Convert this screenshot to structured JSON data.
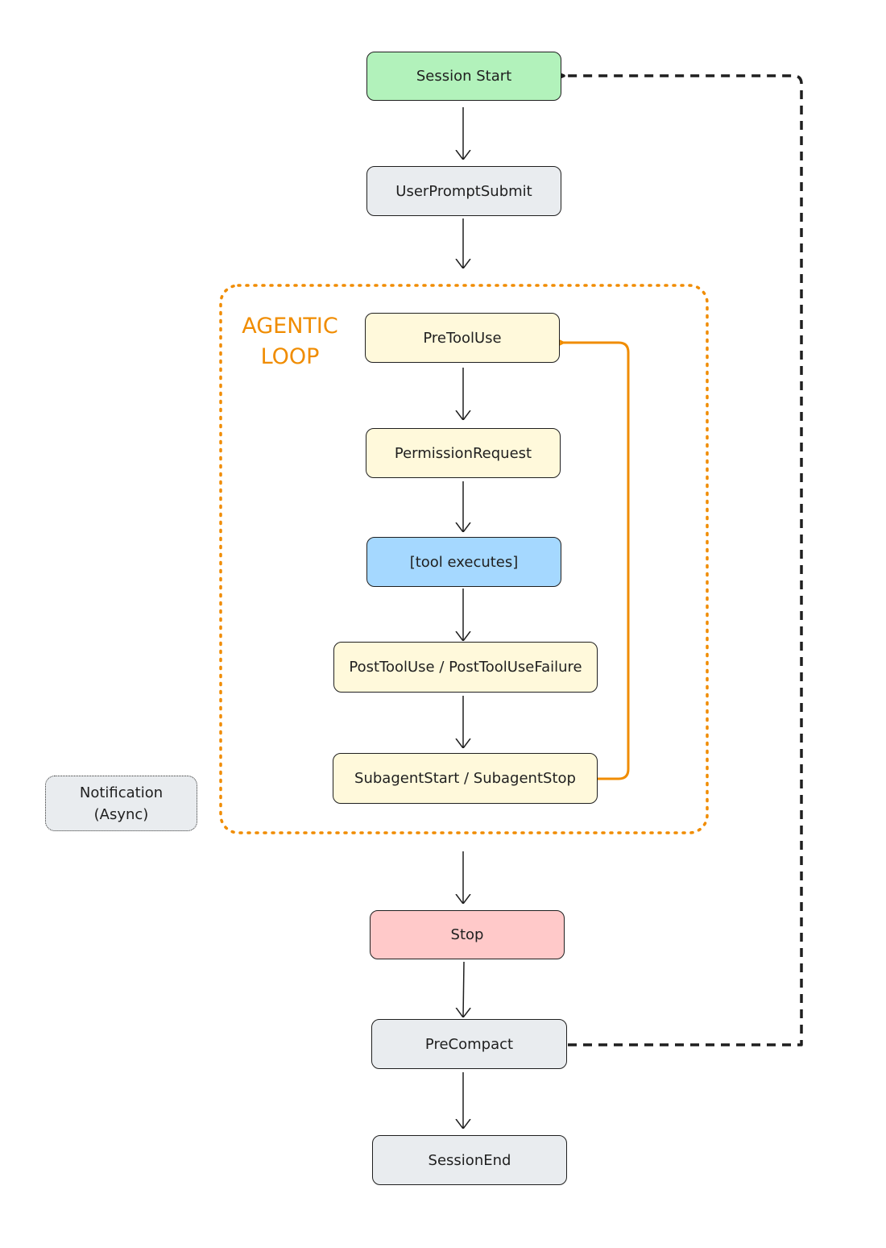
{
  "loop": {
    "label_line1": "AGENTIC",
    "label_line2": "LOOP",
    "color": "#f08c00"
  },
  "nodes": {
    "session_start": "Session Start",
    "user_prompt_submit": "UserPromptSubmit",
    "pre_tool_use": "PreToolUse",
    "permission_request": "PermissionRequest",
    "tool_executes": "[tool executes]",
    "post_tool_use": "PostToolUse / PostToolUseFailure",
    "subagent": "SubagentStart / SubagentStop",
    "stop": "Stop",
    "pre_compact": "PreCompact",
    "session_end": "SessionEnd"
  },
  "notification": {
    "line1": "Notification",
    "line2": "(Async)"
  },
  "colors": {
    "session_start": "#b2f2bb",
    "neutral": "#e9ecef",
    "hook": "#fff9db",
    "tool": "#a5d8ff",
    "stop": "#ffc9c9"
  }
}
